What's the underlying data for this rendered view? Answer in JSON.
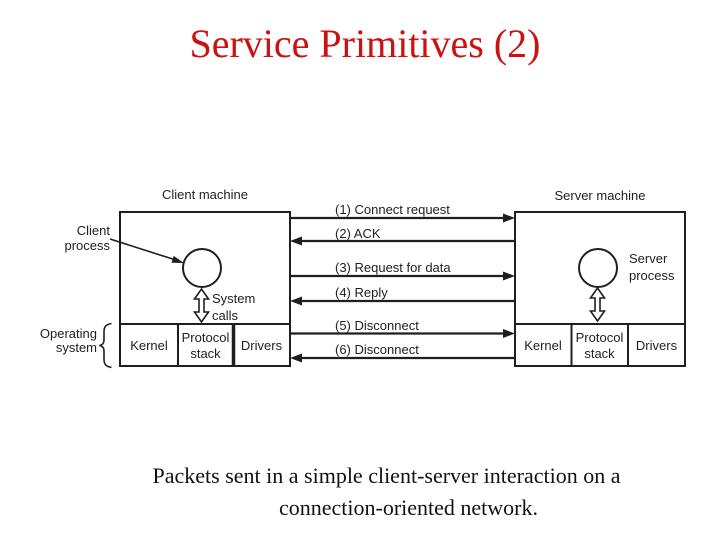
{
  "title": "Service Primitives (2)",
  "theme": {
    "title_color": "#cc1111",
    "diagram_ink": "#1f1f1f",
    "background": "#ffffff"
  },
  "diagram": {
    "client": {
      "machine_label": "Client machine",
      "process_label": "Client\nprocess",
      "system_calls_label": "System\ncalls",
      "os_label": "Operating\nsystem",
      "os_cells": [
        "Kernel",
        "Protocol\nstack",
        "Drivers"
      ]
    },
    "server": {
      "machine_label": "Server machine",
      "process_label": "Server\nprocess",
      "os_cells": [
        "Kernel",
        "Protocol\nstack",
        "Drivers"
      ]
    },
    "messages": [
      {
        "label": "(1) Connect request",
        "direction": "right"
      },
      {
        "label": "(2) ACK",
        "direction": "left"
      },
      {
        "label": "(3) Request for data",
        "direction": "right"
      },
      {
        "label": "(4) Reply",
        "direction": "left"
      },
      {
        "label": "(5) Disconnect",
        "direction": "right"
      },
      {
        "label": "(6) Disconnect",
        "direction": "left"
      }
    ]
  },
  "caption": {
    "line1": "Packets sent in a simple client-server interaction on a",
    "line2": "connection-oriented network."
  }
}
